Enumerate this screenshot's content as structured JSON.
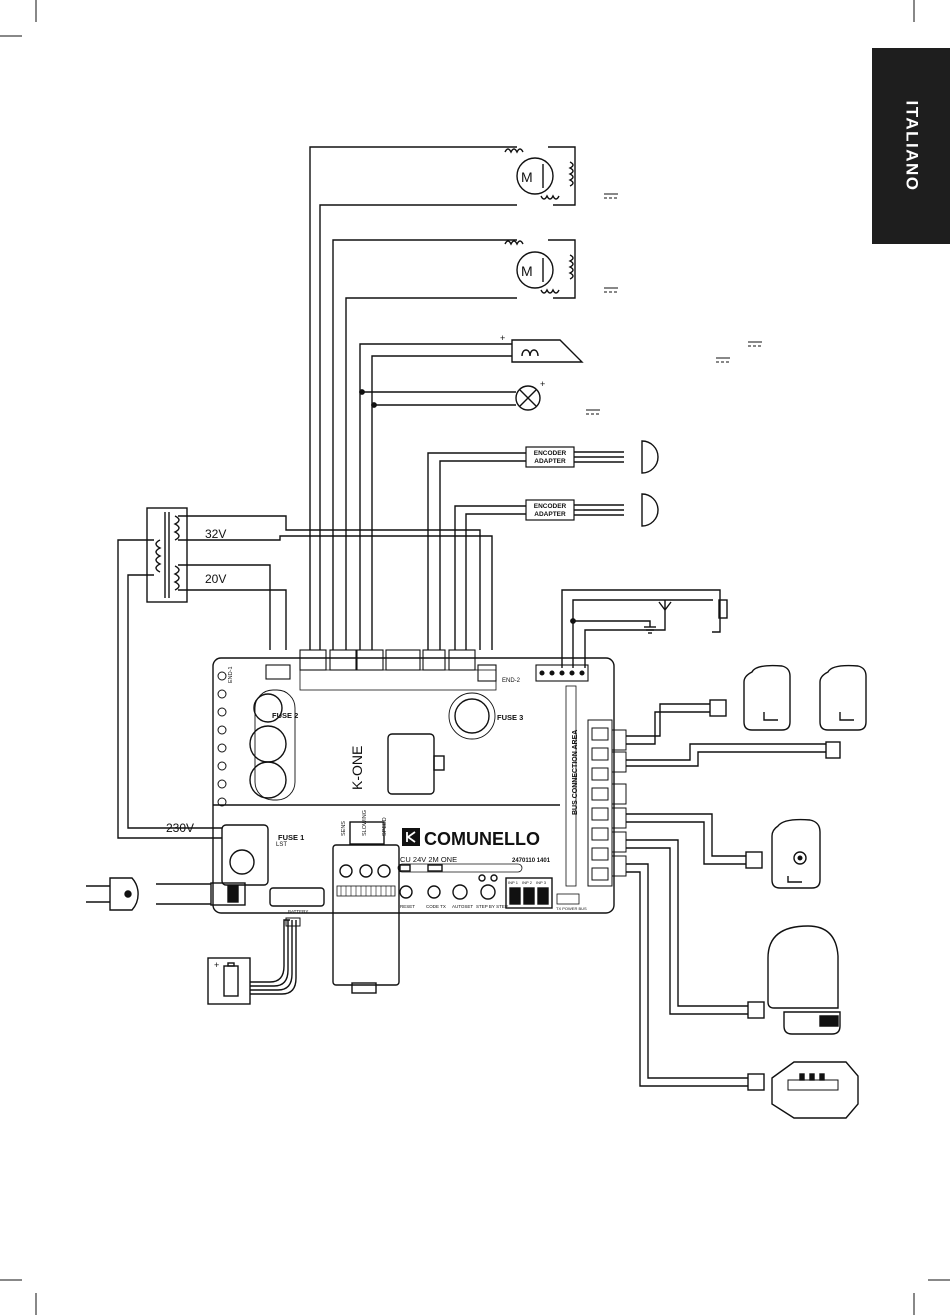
{
  "language_tab": "ITALIANO",
  "transformer": {
    "out_high": "32V",
    "out_low": "20V",
    "mains": "230V"
  },
  "encoders": [
    "ENCODER",
    "ADAPTER"
  ],
  "board": {
    "brand": "COMUNELLO",
    "model": "CU 24V 2M ONE",
    "serial": "2470110 1401",
    "series_logo": "K-ONE",
    "fuse1": "FUSE 1",
    "fuse2": "FUSE 2",
    "fuse3": "FUSE 3",
    "bus_area": "BUS CONNECTION AREA",
    "trimmers": [
      "SENS",
      "SLOWING",
      "SPEED"
    ],
    "buttons": [
      "RESET",
      "CODE TX",
      "AUTOSET",
      "STEP BY STEP"
    ],
    "battery_label": "BATTERY",
    "tx_label": "TX POWER BUS",
    "dip_labels": [
      "INP 1",
      "INP 2",
      "INP 3"
    ],
    "lst": "LST",
    "end1": "END-1",
    "end2": "END-2",
    "motor_glyph": "M"
  }
}
